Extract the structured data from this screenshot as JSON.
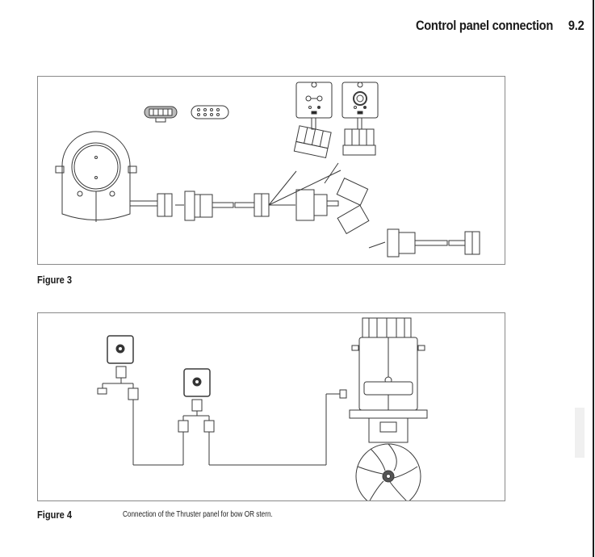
{
  "header": {
    "section_title": "Control panel connection",
    "section_number": "9.2"
  },
  "figures": [
    {
      "label": "Figure 3",
      "caption": "",
      "description": "Thruster motor with cable connectors linking to two control panels via connector plugs and splitter"
    },
    {
      "label": "Figure 4",
      "caption": "Connection of the Thruster panel for bow OR stern.",
      "description": "Two control panels wired through connectors to a thruster unit with propeller"
    }
  ],
  "colors": {
    "line": "#3a3a3a",
    "frame": "#8a8a8a",
    "text": "#1a1a1a"
  }
}
